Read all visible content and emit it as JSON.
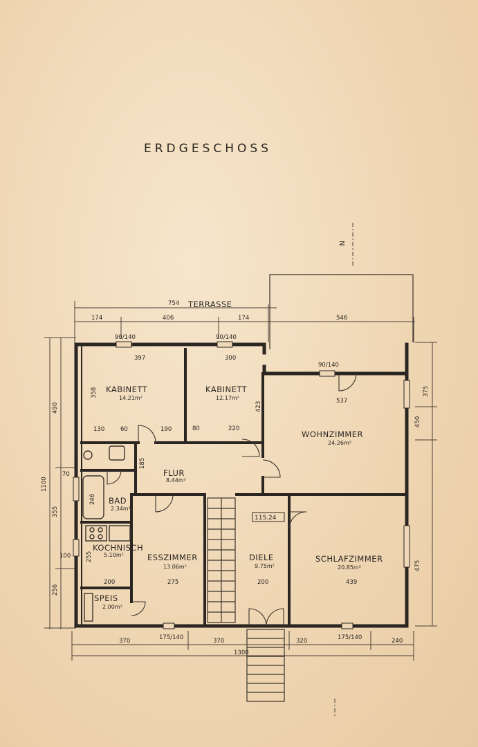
{
  "title": "ERDGESCHOSS",
  "north_marker": "N",
  "rooms": {
    "kabinett1": {
      "name": "KABINETT",
      "area": "14.21m²",
      "width": "397",
      "height": "358"
    },
    "kabinett2": {
      "name": "KABINETT",
      "area": "12.17m²",
      "width": "300",
      "height": "423"
    },
    "wohnzimmer": {
      "name": "WOHNZIMMER",
      "area": "24.26m²",
      "width": "537"
    },
    "flur": {
      "name": "FLUR",
      "area": "8.44m²"
    },
    "bad": {
      "name": "BAD",
      "area": "2.34m²"
    },
    "kochnische": {
      "name": "KOCHNISCH",
      "area": "5.10m²",
      "dim": "255"
    },
    "speis": {
      "name": "SPEIS",
      "area": "2.00m²"
    },
    "esszimmer": {
      "name": "ESSZIMMER",
      "area": "13.06m²",
      "width": "275"
    },
    "diele": {
      "name": "DIELE",
      "area": "9.75m²",
      "width": "200"
    },
    "schlafzimmer": {
      "name": "SCHLAFZIMMER",
      "area": "20.85m²",
      "width": "439",
      "height": "475"
    },
    "terrasse": {
      "name": "TERRASSE",
      "width": "546"
    }
  },
  "level_mark": "115.24",
  "dimensions": {
    "top_total": "754",
    "top_segments": [
      "174",
      "406",
      "174"
    ],
    "left_total": "1100",
    "left_segments": [
      "490",
      "355",
      "256"
    ],
    "bottom_total": "1300",
    "bottom_segments": [
      "370",
      "370",
      "320",
      "240"
    ],
    "right_segments": [
      "375",
      "450",
      "475"
    ],
    "window_marks": [
      "90/140",
      "90/140",
      "90/140",
      "175/140",
      "175/140"
    ],
    "interior": [
      "130",
      "60",
      "190",
      "80",
      "220",
      "185",
      "200",
      "100",
      "70",
      "246"
    ]
  }
}
